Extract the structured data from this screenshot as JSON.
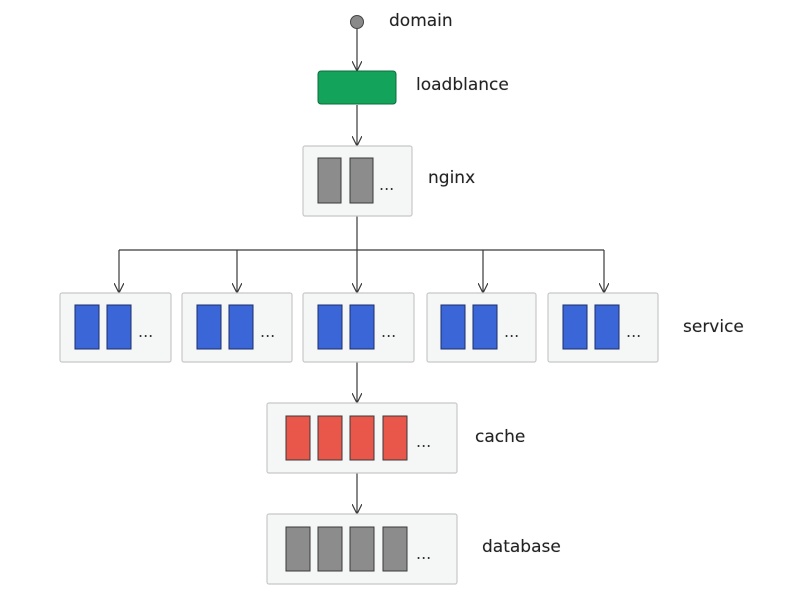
{
  "colors": {
    "service_block": "#3a66d8",
    "cache_block": "#e8574a",
    "storage_block": "#8c8c8c",
    "loadbalancer": "#14a35a",
    "container_fill": "#f5f6f6",
    "container_stroke": "#c8c8c8",
    "arrow": "#3a3a3a",
    "domain_dot": "#8a8a8a"
  },
  "nodes": {
    "domain": {
      "label": "domain",
      "icon": "circle-node"
    },
    "loadbalance": {
      "label": "loadblance"
    },
    "nginx": {
      "label": "nginx",
      "instances": 2,
      "more": "..."
    },
    "service": {
      "label": "service",
      "groups": 5,
      "instances_per_group": 2,
      "more": "..."
    },
    "cache": {
      "label": "cache",
      "instances": 4,
      "more": "..."
    },
    "database": {
      "label": "database",
      "instances": 4,
      "more": "..."
    }
  }
}
